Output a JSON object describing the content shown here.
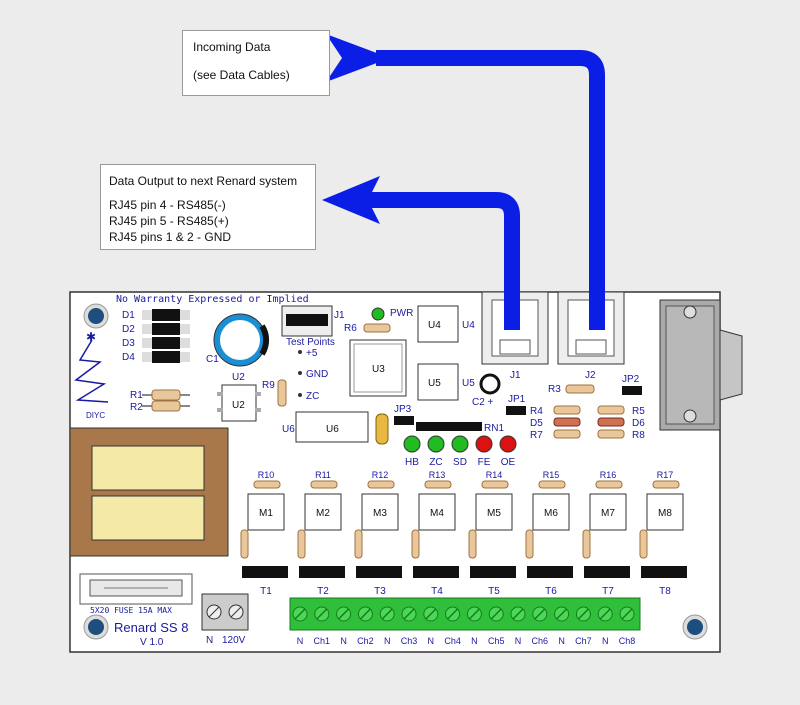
{
  "callouts": {
    "incoming": {
      "line1": "Incoming Data",
      "line2": "(see Data Cables)"
    },
    "output": {
      "title": "Data Output to next Renard system",
      "pin4": "RJ45 pin 4 - RS485(-)",
      "pin5": "RJ45 pin 5 - RS485(+)",
      "pins12": "RJ45 pins 1 & 2 - GND"
    }
  },
  "board": {
    "warranty": "No Warranty Expressed or Implied",
    "name": "Renard SS 8",
    "version": "V 1.0",
    "logo": "DIYC",
    "fuse_label": "5X20 FUSE 15A MAX",
    "power_n": "N",
    "power_120v": "120V",
    "test_points": "Test Points",
    "tp_plus5": "+5",
    "tp_gnd": "GND",
    "tp_zc": "ZC",
    "diodes": [
      "D1",
      "D2",
      "D3",
      "D4"
    ],
    "r1": "R1",
    "r2": "R2",
    "c1": "C1",
    "u2": "U2",
    "r9": "R9",
    "u6": "U6",
    "u3": "U3",
    "u4": "U4",
    "u5": "U5",
    "j1": "J1",
    "j2": "J2",
    "r6": "R6",
    "pwr": "PWR",
    "c2": "C2 +",
    "jp1": "JP1",
    "jp2": "JP2",
    "jp3": "JP3",
    "rn1": "RN1",
    "r3": "R3",
    "right_parts_left": [
      "R4",
      "D5",
      "R7"
    ],
    "right_parts_right": [
      "R5",
      "D6",
      "R8"
    ],
    "leds": [
      {
        "label": "HB",
        "color": "#22bb22"
      },
      {
        "label": "ZC",
        "color": "#22bb22"
      },
      {
        "label": "SD",
        "color": "#22bb22"
      },
      {
        "label": "FE",
        "color": "#dd1111"
      },
      {
        "label": "OE",
        "color": "#dd1111"
      }
    ],
    "channel_resistors": [
      "R10",
      "R11",
      "R12",
      "R13",
      "R14",
      "R15",
      "R16",
      "R17"
    ],
    "optos": [
      "M1",
      "M2",
      "M3",
      "M4",
      "M5",
      "M6",
      "M7",
      "M8"
    ],
    "triacs": [
      "T1",
      "T2",
      "T3",
      "T4",
      "T5",
      "T6",
      "T7",
      "T8"
    ],
    "terminals": [
      "N",
      "Ch1",
      "N",
      "Ch2",
      "N",
      "Ch3",
      "N",
      "Ch4",
      "N",
      "Ch5",
      "N",
      "Ch6",
      "N",
      "Ch7",
      "N",
      "Ch8"
    ]
  },
  "colors": {
    "arrow": "#0a1ee6",
    "board": "#ffffff",
    "terminal": "#2fbf3a",
    "transformer": "#a8784a",
    "transformer_core": "#f5e9a8",
    "label": "#1a1aa0",
    "mount_hole": "#1d4e7e"
  }
}
